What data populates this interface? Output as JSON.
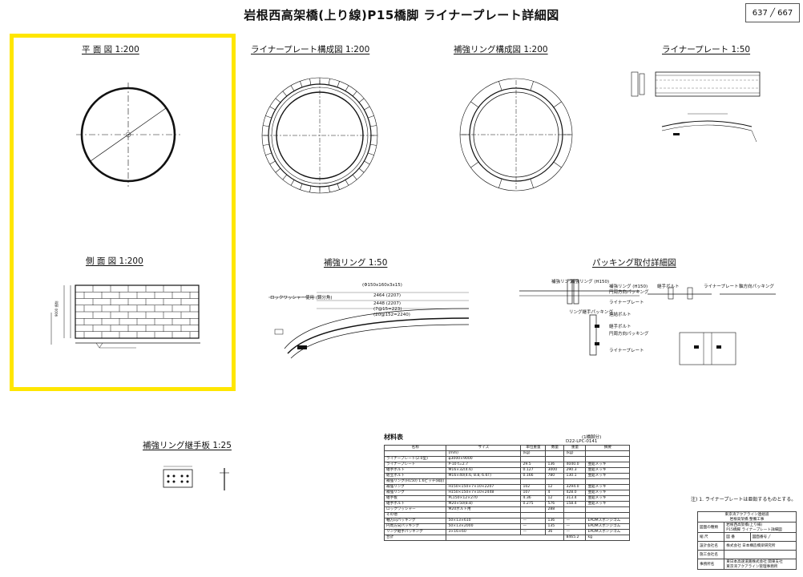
{
  "header": {
    "title": "岩根西高架橋(上り線)P15橋脚 ライナープレート詳細図",
    "page_number": "637 ╱ 667"
  },
  "views": {
    "plan": "平 面 図 1:200",
    "liner_composition": "ライナープレート構成図 1:200",
    "ring_composition": "補強リング構成図 1:200",
    "liner_plate": "ライナープレート 1:50",
    "side": "側 面 図 1:200",
    "reinforcing_ring": "補強リング 1:50",
    "packing_detail": "パッキング取付詳細図",
    "joint_plate": "補強リング継手板 1:25"
  },
  "annotations": {
    "ring_dims_1": "(Φ150x160x3x15)",
    "ring_dims_2": "2464 (2207)",
    "ring_dims_3": "2448 (2207)",
    "ring_dims_4": "(7@15=223)",
    "ring_dims_5": "(20@152=2240)",
    "rock_washer": "ロックワッシャー使用 (鋼分角)",
    "pack_ring": "補強リング",
    "pack_ring_bolt": "補強リング (H150)",
    "pack_ring2": "補強リング (H150)",
    "pack_bolt": "連結ボルト",
    "pack_liner": "ライナープレート",
    "pack_packing": "円周方向パッキング",
    "pack_ring_packing": "リング継手パッキング",
    "pack_joint_bolt": "継手ボルト",
    "pack_connect_bolt": "継手ボルト",
    "pack_liner2": "ライナープレート",
    "pack_liner3": "ライナープレート",
    "pack_radial": "円周方向パッキング",
    "pack_axial": "軸方向パッキング"
  },
  "materials": {
    "title": "材料表",
    "ref": "(1橋脚分)",
    "code": "D22-LPC-0141",
    "headers": [
      "名称",
      "サイズ",
      "単位重量",
      "数量",
      "重量",
      "摘要"
    ],
    "units": [
      "",
      "(mm)",
      "(kg)",
      "",
      "(kg)",
      ""
    ],
    "rows": [
      [
        "ライナープレート(2.0型)",
        "φ3000×9000",
        "",
        "",
        "",
        ""
      ],
      [
        "ライナープレート",
        "P-10   t=2.7",
        "29.5",
        "136",
        "4040.0",
        "亜鉛メッキ"
      ],
      [
        "継手ボルト",
        "M16×32(4.6)",
        "0.127",
        "3000",
        "290.3",
        "亜鉛メッキ"
      ],
      [
        "組立ボルト",
        "M16×40(4.6, 8.8, 6.6T)",
        "0.166",
        "780",
        "130.1",
        "亜鉛メッキ"
      ],
      [
        "補強リング(H150) 1.6ピッチ(8段)",
        "",
        "",
        "",
        "",
        ""
      ],
      [
        "補強リング",
        "H150×150×7×10×2207",
        "102",
        "12",
        "3294.0",
        "亜鉛メッキ"
      ],
      [
        "補強リング",
        "H150×150×7×10×2448",
        "107",
        "4",
        "428.0",
        "亜鉛メッキ"
      ],
      [
        "継手板",
        "PL150×12×270",
        "4.36",
        "12",
        "313.4",
        "亜鉛メッキ"
      ],
      [
        "継手ボルト",
        "M20×50(8.8)",
        "0.275",
        "576",
        "158.4",
        "亜鉛メッキ"
      ],
      [
        "ロックワッシャー",
        "M20ボルト用",
        "",
        "288",
        "",
        ""
      ],
      [
        "その他",
        "",
        "",
        "",
        "",
        ""
      ],
      [
        "軸方向パッキング",
        "50×13×610",
        "—",
        "136",
        "—",
        "EPDMスポンジゴム"
      ],
      [
        "円周方向パッキング",
        "50×13×2000",
        "—",
        "135",
        "—",
        "EPDMスポンジゴム"
      ],
      [
        "リング継手パッキング",
        "3×16×60",
        "—",
        "36",
        "—",
        "EPDMスポンジゴム"
      ]
    ],
    "total_label": "合計",
    "total_value": "8465.2",
    "total_unit": "kg"
  },
  "notes": {
    "note1": "注) 1. ライナープレートは亜鉛するものとする。"
  },
  "title_block": {
    "r1": "東京湾アクアライン連絡道",
    "r1b": "岩根高架橋 整備工事",
    "r2a": "図面の種類",
    "r2b": "岩根西高架橋(上り線)",
    "r2c": "P15橋脚 ライナープレート詳細図",
    "r3a": "縮 尺",
    "r3b": "図 番",
    "r3c": "図面番号",
    "r3d": "╱",
    "r4a": "設計会社名",
    "r4b": "株式会社 日本構造橋梁研究所",
    "r5a": "施工会社名",
    "r6a": "事務所名",
    "r6b": "東日本高速道路株式会社 関東支社",
    "r6c": "東京湾アクアライン管理事務所"
  }
}
